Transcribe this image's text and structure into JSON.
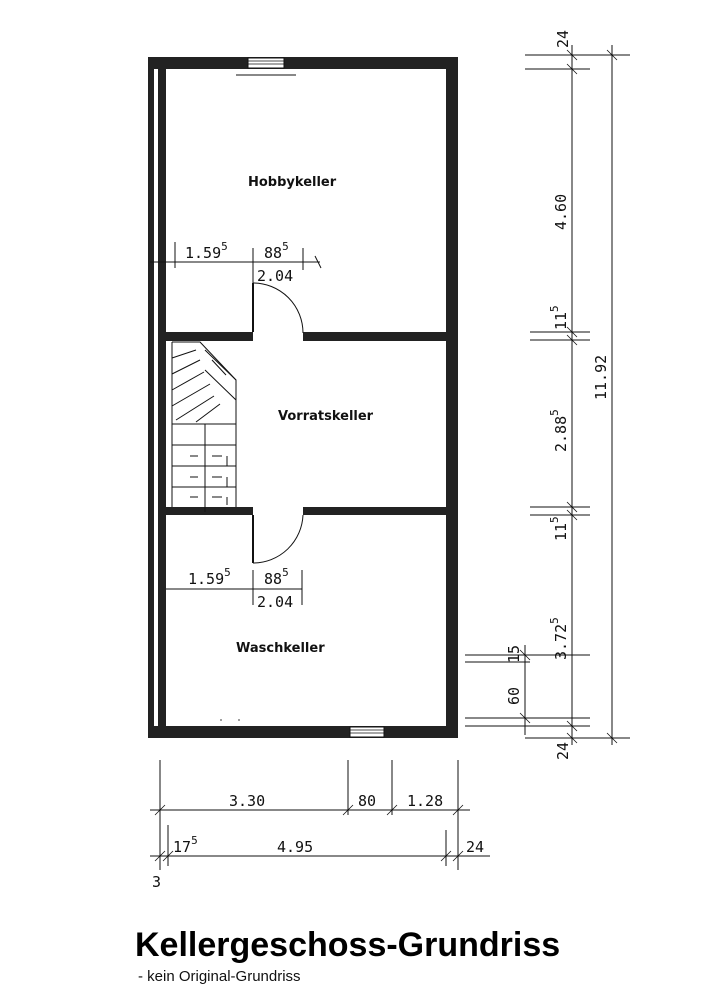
{
  "rooms": {
    "hobby": "Hobbykeller",
    "storage": "Vorratskeller",
    "laundry": "Waschkeller"
  },
  "dims": {
    "upper_left": "1.59",
    "upper_left_sup": "5",
    "upper_door": "88",
    "upper_door_sup": "5",
    "upper_opening": "2.04",
    "lower_left": "1.59",
    "lower_left_sup": "5",
    "lower_door": "88",
    "lower_door_sup": "5",
    "lower_opening": "2.04",
    "right_top": "24",
    "right_hobby": "4.60",
    "right_wall1": "11",
    "right_wall1_sup": "5",
    "right_storage": "2.88",
    "right_storage_sup": "5",
    "right_wall2": "11",
    "right_wall2_sup": "5",
    "right_laundry": "3.72",
    "right_laundry_sup": "5",
    "right_15": "15",
    "right_60": "60",
    "right_bottom": "24",
    "right_total": "11.92",
    "bottom_a": "3.30",
    "bottom_b": "80",
    "bottom_c": "1.28",
    "bottom_total": "4.95",
    "bottom_left": "17",
    "bottom_left_sup": "5",
    "bottom_right": "24",
    "bottom_3": "3"
  },
  "title": "Kellergeschoss-Grundriss",
  "subtitle": "- kein Original-Grundriss"
}
